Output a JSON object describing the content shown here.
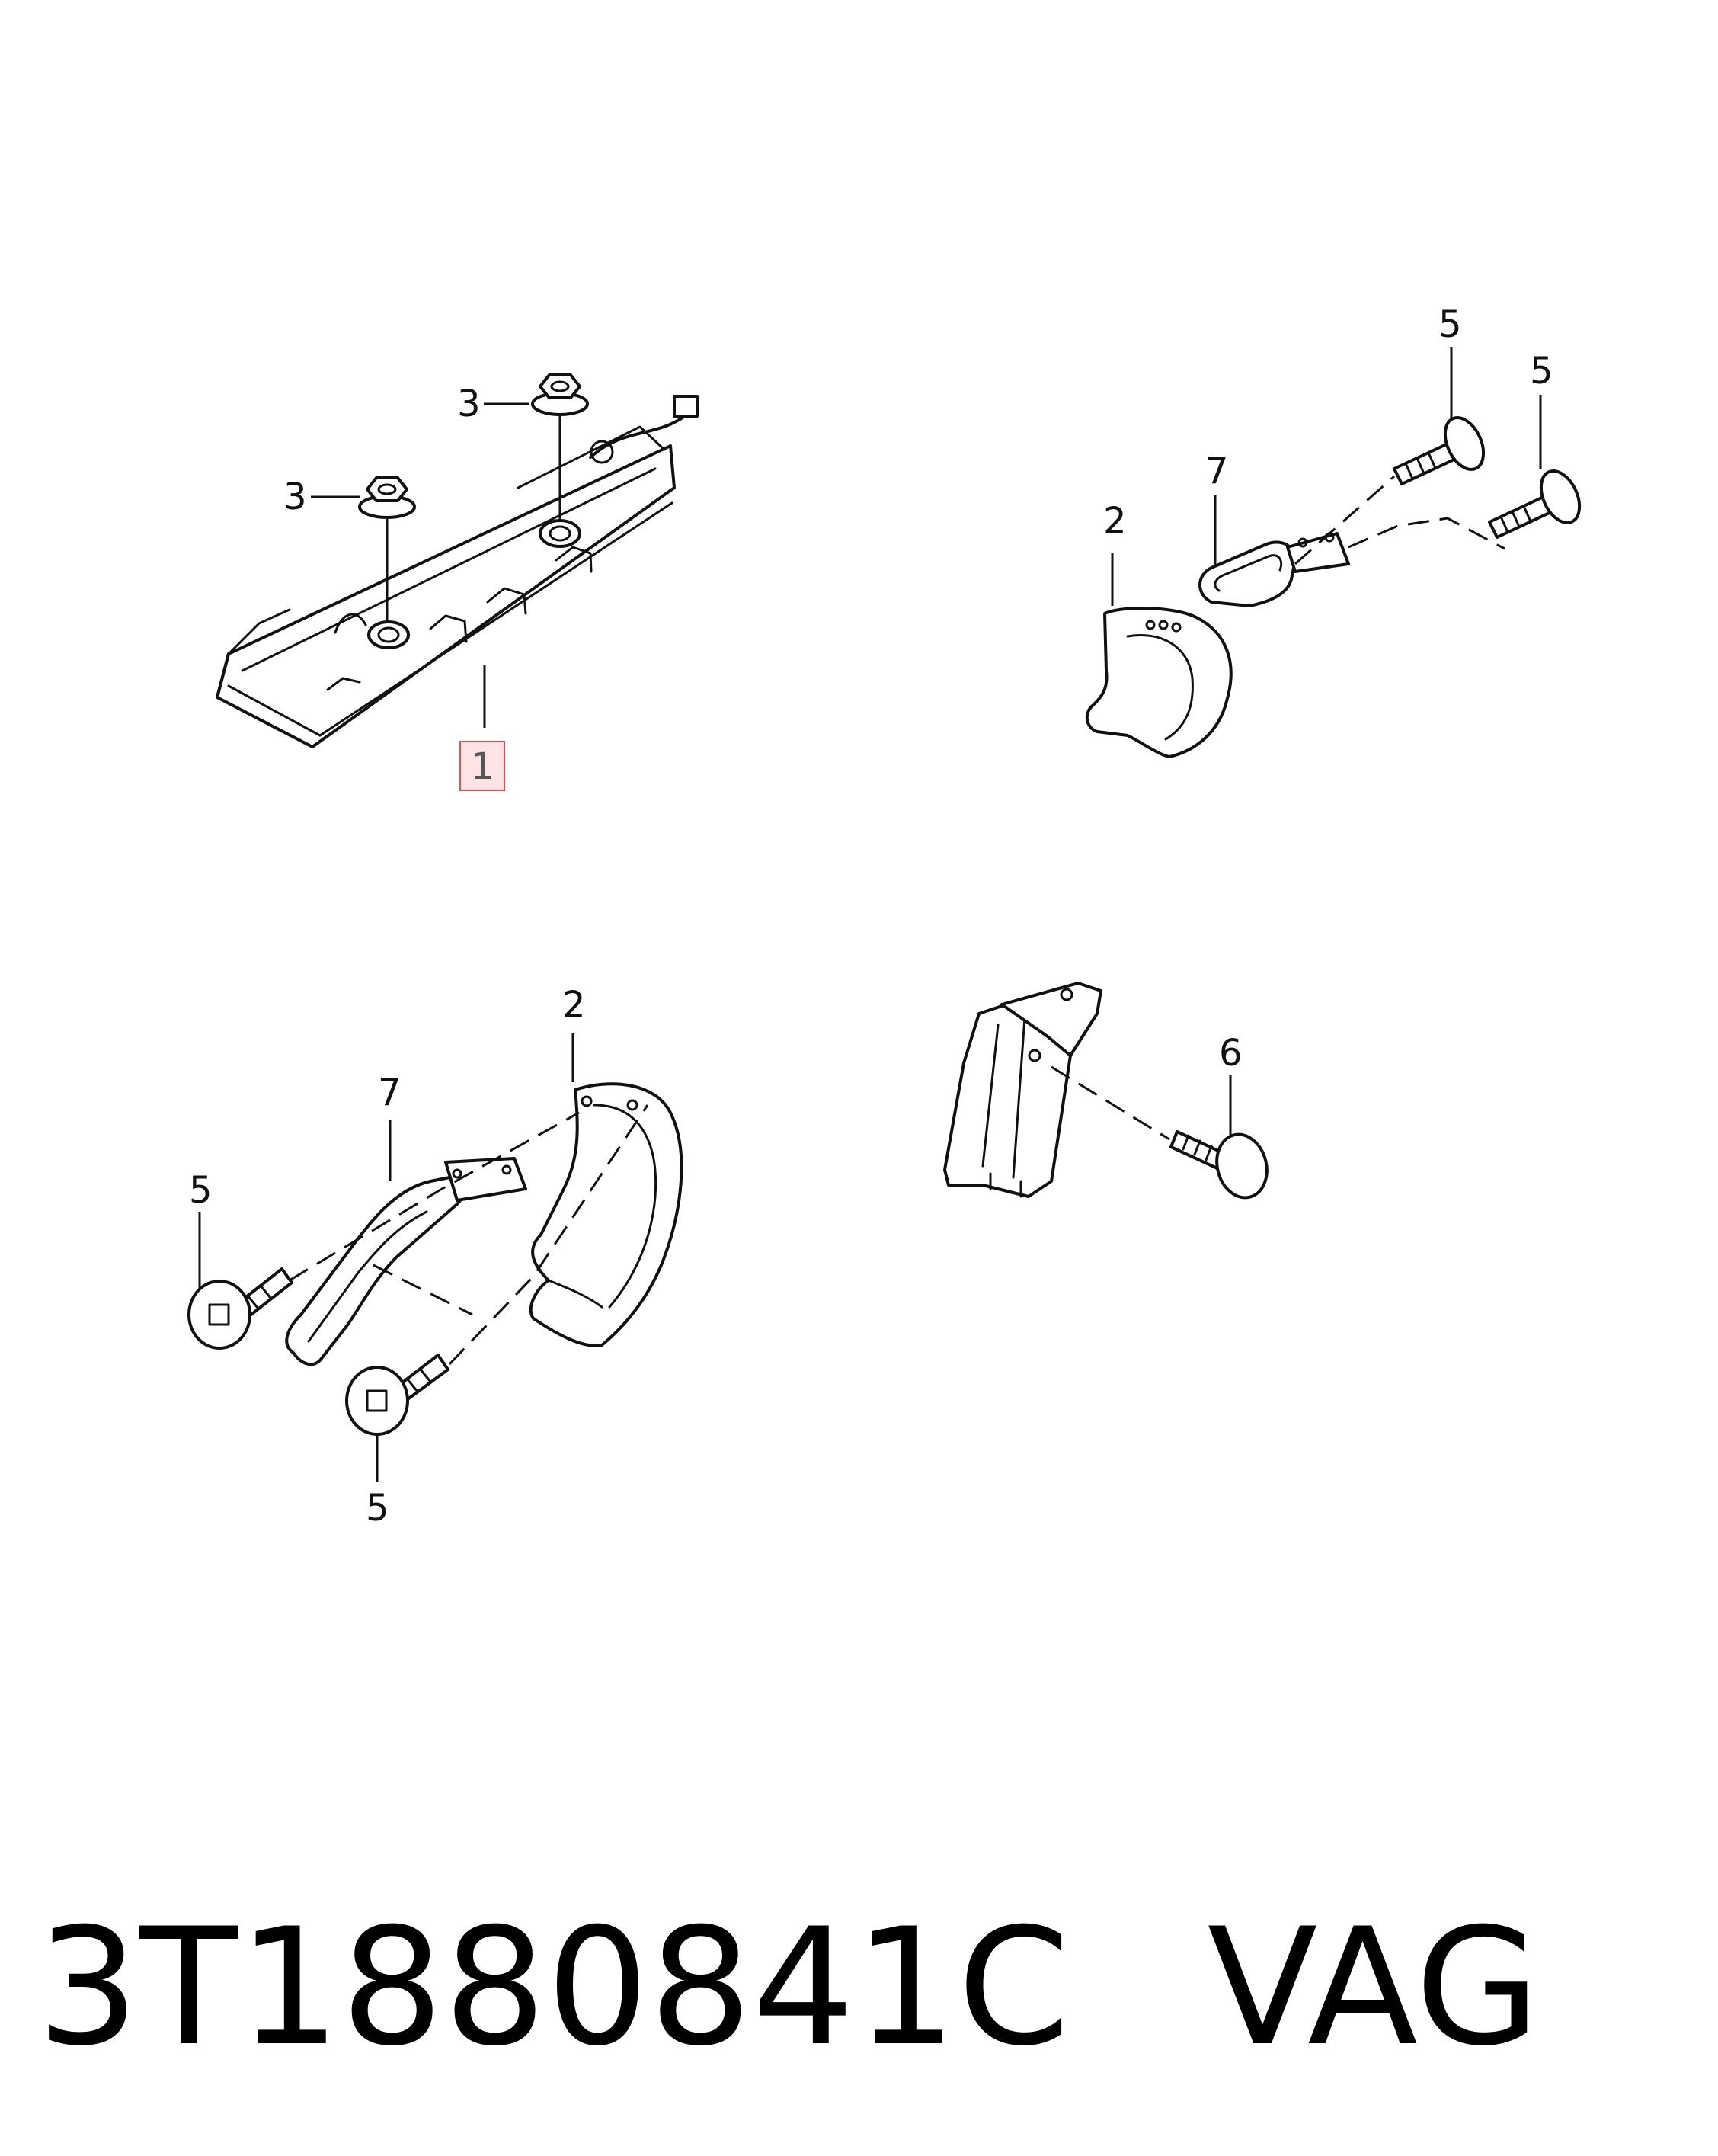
{
  "callouts": {
    "part_1": "1",
    "part_2": "2",
    "part_3": "3",
    "part_5": "5",
    "part_6": "6",
    "part_7": "7"
  },
  "footer": {
    "part_number": "3T1880841C",
    "brand": "VAG"
  },
  "colors": {
    "line": "#111111",
    "highlight_border": "#d9534f",
    "highlight_fill": "#fde3e3"
  },
  "icons": [
    "torx-bolt-icon",
    "flange-nut-icon",
    "wire-connector-icon"
  ]
}
